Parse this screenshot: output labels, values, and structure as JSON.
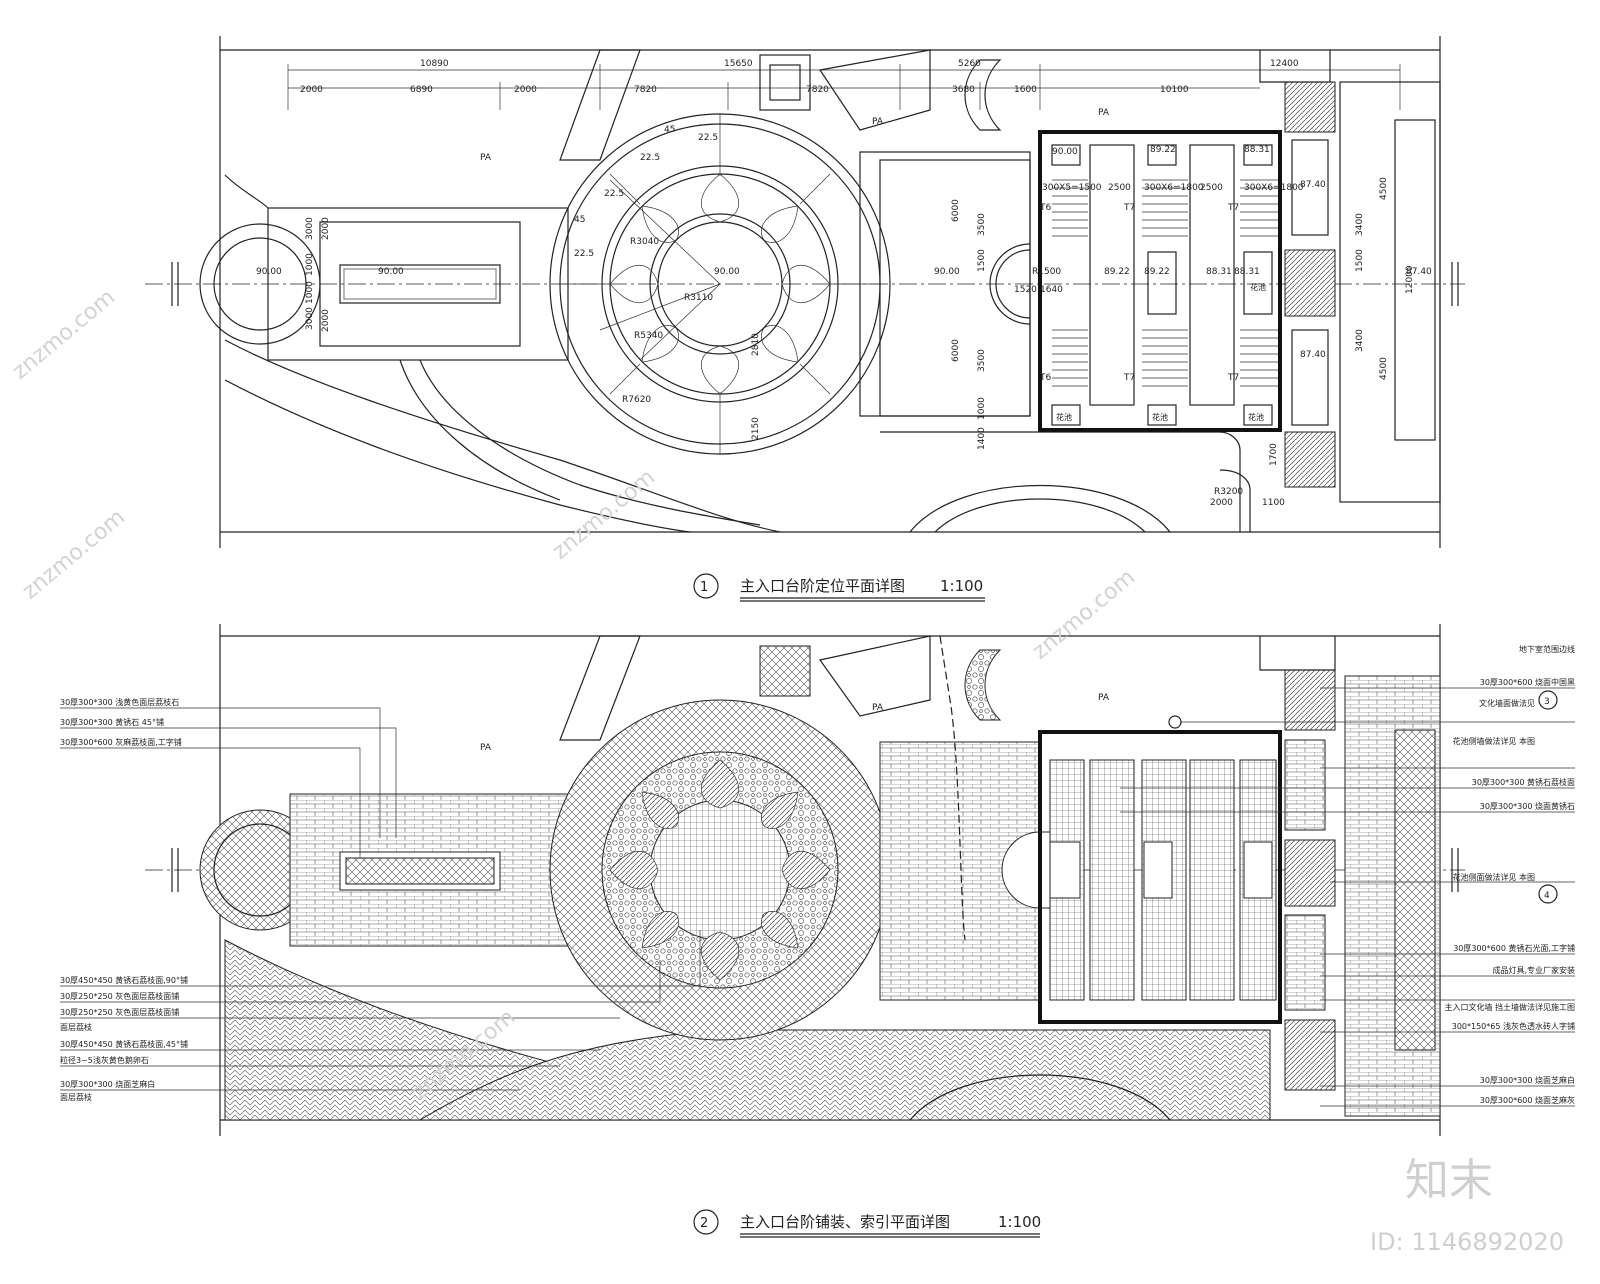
{
  "plan1": {
    "title": "主入口台阶定位平面详图",
    "scale": "1:100",
    "number": "1",
    "dims_top_row1": [
      "10890",
      "15650",
      "5260",
      "12400"
    ],
    "dims_top_row2": [
      "2000",
      "6890",
      "2000",
      "7820",
      "7820",
      "3680",
      "1600",
      "10100"
    ],
    "pa_labels": [
      "PA",
      "PA",
      "PA"
    ],
    "elevations": [
      "90.00",
      "90.00",
      "90.00",
      "90.00",
      "89.22",
      "88.31",
      "89.22",
      "89.22",
      "88.31",
      "88.31",
      "87.40",
      "87.40",
      "87.40",
      "90.00"
    ],
    "angles": [
      "45",
      "22.5",
      "22.5",
      "22.5",
      "45",
      "22.5"
    ],
    "radii": [
      "R3040",
      "R3110",
      "R5340",
      "R7620",
      "R1500",
      "R3200"
    ],
    "step_labels": [
      "300X5=1500",
      "2500",
      "300X6=1800",
      "2500",
      "300X6=1800"
    ],
    "side_dims_left": [
      "3000",
      "2000",
      "1000",
      "1000",
      "2000",
      "3000"
    ],
    "side_dims_right": [
      "4500",
      "3400",
      "1500",
      "3400",
      "4500",
      "12000"
    ],
    "misc_dims": [
      "6000",
      "3500",
      "1500",
      "6000",
      "3500",
      "1000",
      "1400",
      "2000",
      "1100",
      "1700",
      "1520",
      "1640",
      "2810",
      "2150"
    ],
    "step_tags": [
      "T6",
      "T7",
      "T7",
      "T6",
      "T7",
      "T7"
    ],
    "planter": "花池"
  },
  "plan2": {
    "title": "主入口台阶铺装、索引平面详图",
    "scale": "1:100",
    "number": "2",
    "pa_labels": [
      "PA",
      "PA",
      "PA"
    ],
    "left_notes": [
      "30厚300*300 浅黄色面层荔枝石",
      "30厚300*300 黄锈石 45°铺",
      "30厚300*600 灰麻荔枝面,工字铺",
      "30厚450*450 黄锈石荔枝面,90°铺",
      "30厚250*250 灰色面层荔枝面铺",
      "30厚250*250 灰色面层荔枝面铺",
      "面层荔枝",
      "30厚450*450 黄锈石荔枝面,45°铺",
      "粒径3~5浅灰黄色鹅卵石",
      "30厚300*300 烧面芝麻白",
      "面层荔枝"
    ],
    "right_notes": [
      "地下室范围边线",
      "30厚300*600 烧面中国黑",
      "文化墙面做法见",
      "花池侧墙做法详见 本图",
      "30厚300*300 黄锈石荔枝面",
      "30厚300*300 烧面黄锈石",
      "花池侧面做法详见 本图",
      "30厚300*600 黄锈石光面,工字铺",
      "成品灯具,专业厂家安装",
      "主入口文化墙 挡土墙做法详见施工图",
      "300*150*65 浅灰色透水砖人字铺",
      "30厚300*300 烧面芝麻白",
      "30厚300*600 烧面芝麻灰"
    ],
    "index_marks": [
      "3",
      "4"
    ]
  },
  "footer": {
    "logo": "知末",
    "id_text": "ID: 1146892020"
  },
  "watermark": "znzmo.com"
}
